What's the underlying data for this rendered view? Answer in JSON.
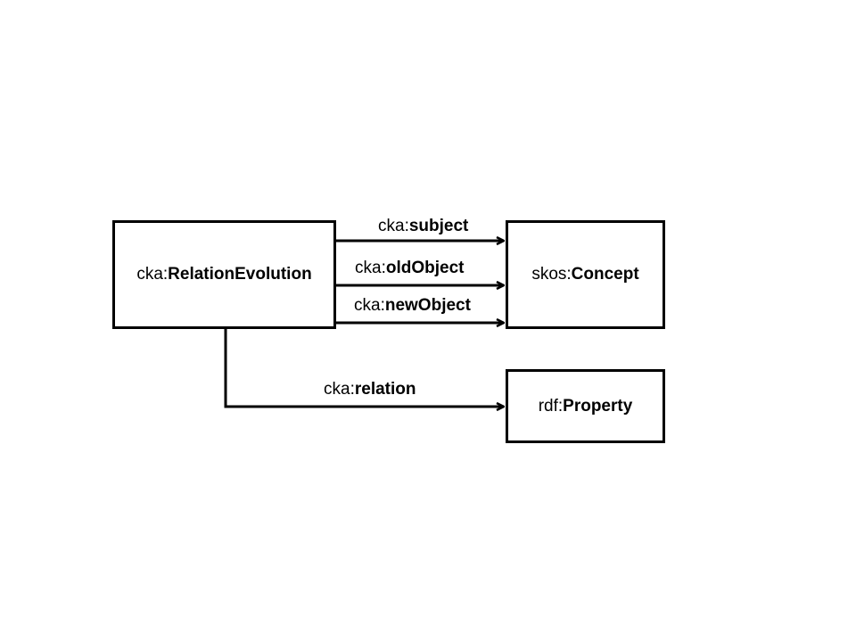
{
  "diagram": {
    "nodes": {
      "relation_evolution": {
        "prefix": "cka:",
        "local": "RelationEvolution"
      },
      "concept": {
        "prefix": "skos:",
        "local": "Concept"
      },
      "property": {
        "prefix": "rdf:",
        "local": "Property"
      }
    },
    "edges": {
      "subject": {
        "prefix": "cka:",
        "local": "subject"
      },
      "old_object": {
        "prefix": "cka:",
        "local": "oldObject"
      },
      "new_object": {
        "prefix": "cka:",
        "local": "newObject"
      },
      "relation": {
        "prefix": "cka:",
        "local": "relation"
      }
    }
  }
}
